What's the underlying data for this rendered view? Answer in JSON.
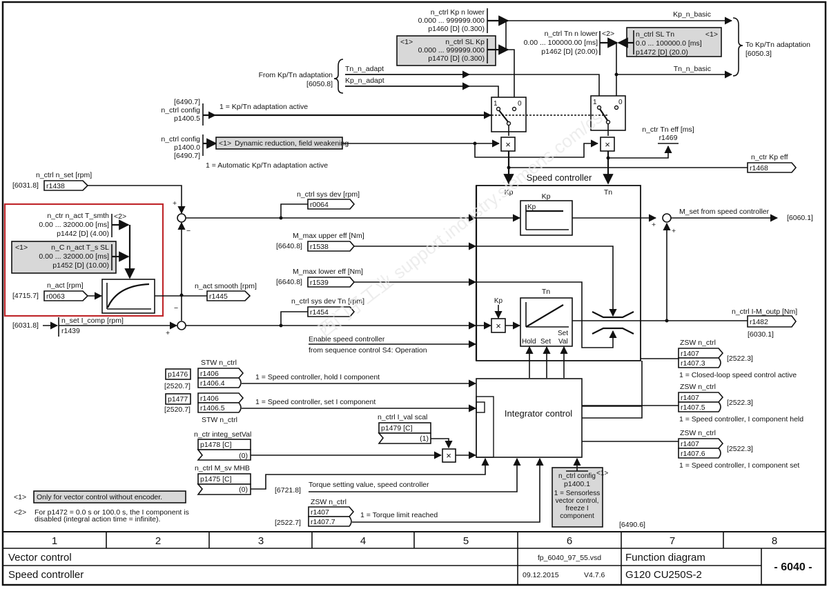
{
  "top": {
    "kp_lower": {
      "name": "n_ctrl Kp n lower",
      "range": "0.000 ... 999999.000",
      "param": "p1460 [D] (0.300)"
    },
    "sl_kp": {
      "note": "<1>",
      "name": "n_ctrl SL Kp",
      "range": "0.000 ... 999999.000",
      "param": "p1470 [D] (0.300)"
    },
    "tn_lower": {
      "name": "n_ctrl Tn n lower",
      "note": "<2>",
      "range": "0.00 ... 100000.00  [ms]",
      "param": "p1462 [D] (20.00)"
    },
    "sl_tn": {
      "name": "n_ctrl SL Tn",
      "note": "<1>",
      "range": "0.0 ... 100000.0  [ms]",
      "param": "p1472 [D] (20.0)"
    },
    "kp_basic": "Kp_n_basic",
    "tn_basic": "Tn_n_basic",
    "to_adapt": "To Kp/Tn adaptation",
    "to_adapt_ref": "[6050.3]",
    "from_adapt": "From Kp/Tn adaptation",
    "from_adapt_ref": "[6050.8]",
    "tn_adapt": "Tn_n_adapt",
    "kp_adapt": "Kp_n_adapt"
  },
  "config": {
    "p1400_5": {
      "ref": "[6490.7]",
      "name": "n_ctrl config",
      "param": "p1400.5",
      "desc": "1 = Kp/Tn adaptation active"
    },
    "p1400_0": {
      "name": "n_ctrl config",
      "param": "p1400.0",
      "ref": "[6490.7]",
      "desc": "1 = Automatic Kp/Tn adaptation active"
    },
    "dyn_box": {
      "note": "<1>",
      "label": "Dynamic reduction, field weakening"
    },
    "switch_1": "1",
    "switch_0": "0"
  },
  "outputs": {
    "tn_eff": {
      "name": "n_ctr Tn eff [ms]",
      "param": "r1469"
    },
    "kp_eff": {
      "name": "n_ctr Kp eff",
      "param": "r1468"
    },
    "m_set": {
      "name": "M_set from speed controller",
      "ref": "[6060.1]"
    },
    "i_m_outp": {
      "name": "n_ctrl I-M_outp [Nm]",
      "param": "r1482",
      "ref": "[6030.1]"
    }
  },
  "inputs": {
    "n_set": {
      "name": "n_ctrl n_set [rpm]",
      "ref": "[6031.8]",
      "param": "r1438"
    },
    "t_smth": {
      "name": "n_ctr n_act T_smth",
      "note": "<2>",
      "range": "0.00 ... 32000.00  [ms]",
      "param": "p1442 [D] (4.00)"
    },
    "t_s_sl": {
      "note": "<1>",
      "name": "n_C n_act T_s SL",
      "range": "0.00 ... 32000.00  [ms]",
      "param": "p1452 [D] (10.00)"
    },
    "n_act": {
      "name": "n_act [rpm]",
      "ref": "[4715.7]",
      "param": "r0063"
    },
    "n_act_smooth": {
      "name": "n_act smooth [rpm]",
      "param": "r1445"
    },
    "n_set_comp": {
      "ref": "[6031.8]",
      "name": "n_set I_comp [rpm]",
      "param": "r1439"
    },
    "sys_dev": {
      "name": "n_ctrl sys dev [rpm]",
      "param": "r0064"
    },
    "m_max_upper": {
      "name": "M_max upper eff [Nm]",
      "ref": "[6640.8]",
      "param": "r1538"
    },
    "m_max_lower": {
      "name": "M_max lower eff [Nm]",
      "ref": "[6640.8]",
      "param": "r1539"
    },
    "sys_dev_tn": {
      "name": "n_ctrl sys dev Tn [rpm]",
      "param": "r1454"
    },
    "enable": {
      "line1": "Enable speed controller",
      "line2": "from sequence control S4: Operation"
    }
  },
  "speed_controller": {
    "title": "Speed controller",
    "kp": "Kp",
    "tn": "Tn",
    "kp_block": "Kp",
    "kp_block_inner": "Kp",
    "tn_block": "Tn",
    "hold": "Hold",
    "set": "Set",
    "set_val_1": "Set",
    "set_val_2": "Val",
    "mult": "×",
    "plus": "+",
    "minus": "−"
  },
  "integrator": {
    "title": "Integrator control",
    "stw1": {
      "src": "p1476",
      "ref": "[2520.7]",
      "header": "STW n_ctrl",
      "r1": "r1406",
      "r2": "r1406.4",
      "desc": "1 = Speed controller, hold I component"
    },
    "stw2": {
      "src": "p1477",
      "ref": "[2520.7]",
      "footer": "STW n_ctrl",
      "r1": "r1406",
      "r2": "r1406.5",
      "desc": "1 = Speed controller, set I component"
    },
    "setval": {
      "name": "n_ctr integ_setVal",
      "param": "p1478 [C]",
      "val": "(0)"
    },
    "val_scal": {
      "name": "n_ctrl I_val scal",
      "param": "p1479 [C]",
      "val": "(1)"
    },
    "m_sv": {
      "name": "n_ctrl M_sv MHB",
      "param": "p1475 [C]",
      "val": "(0)"
    },
    "torque_set": {
      "ref": "[6721.8]",
      "desc": "Torque setting value, speed controller"
    },
    "torque_lim": {
      "header": "ZSW n_ctrl",
      "ref": "[2522.7]",
      "r1": "r1407",
      "r2": "r1407.7",
      "desc": "1 = Torque limit reached"
    },
    "sensorless": {
      "name": "n_ctrl config",
      "note": "<1>",
      "param": "p1400.1",
      "desc1": "1 = Sensorless",
      "desc2": "vector control,",
      "desc3": "freeze I",
      "desc4": "component",
      "ref": "[6490.6]"
    }
  },
  "zsw": [
    {
      "header": "ZSW n_ctrl",
      "r1": "r1407",
      "r2": "r1407.3",
      "ref": "[2522.3]",
      "desc": "1 = Closed-loop speed control active"
    },
    {
      "header": "ZSW n_ctrl",
      "r1": "r1407",
      "r2": "r1407.5",
      "ref": "[2522.3]",
      "desc": "1 = Speed controller, I component held"
    },
    {
      "header": "ZSW n_ctrl",
      "r1": "r1407",
      "r2": "r1407.6",
      "ref": "[2522.3]",
      "desc": "1 = Speed controller, I component set"
    }
  ],
  "footnotes": {
    "n1": "<1>",
    "n1_text": "Only for vector control without encoder.",
    "n2": "<2>",
    "n2_line1": "For p1472 = 0.0 s or 100.0 s, the I component is",
    "n2_line2": "disabled (integral action time = infinite)."
  },
  "watermark": "西门子工业 support.industry.siemens.com/cs",
  "footer": {
    "columns": [
      "1",
      "2",
      "3",
      "4",
      "5",
      "6",
      "7",
      "8"
    ],
    "title1": "Vector control",
    "title2": "Speed controller",
    "file": "fp_6040_97_55.vsd",
    "date": "09.12.2015",
    "version": "V4.7.6",
    "type": "Function diagram",
    "device": "G120 CU250S-2",
    "page": "- 6040 -"
  }
}
